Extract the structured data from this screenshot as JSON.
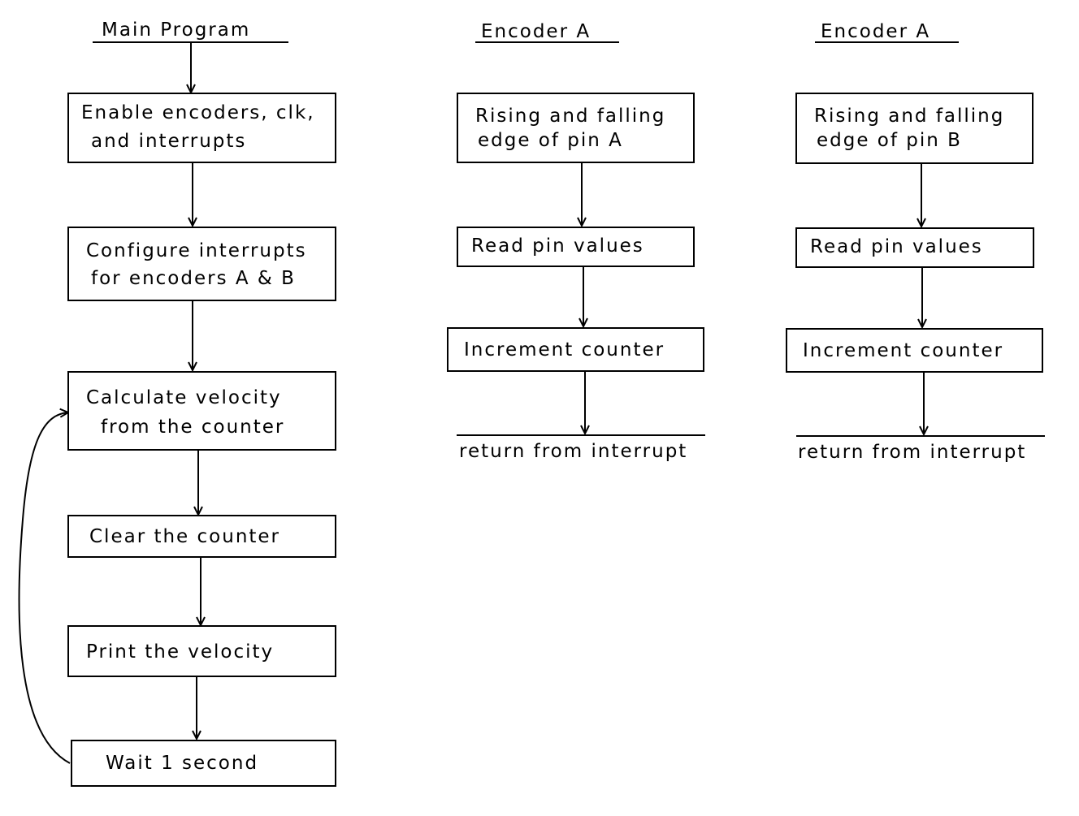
{
  "columns": {
    "main": {
      "title": "Main Program",
      "steps": [
        [
          "Enable encoders, clk,",
          "and interrupts"
        ],
        [
          "Configure interrupts",
          "for encoders A & B"
        ],
        [
          "Calculate velocity",
          "from the counter"
        ],
        [
          "Clear the counter"
        ],
        [
          "Print the velocity"
        ],
        [
          "Wait 1 second"
        ]
      ]
    },
    "encoder_a": {
      "title": "Encoder A",
      "steps": [
        [
          "Rising and falling",
          "edge of pin A"
        ],
        [
          "Read pin values"
        ],
        [
          "Increment counter"
        ]
      ],
      "end": "return from interrupt"
    },
    "encoder_b": {
      "title": "Encoder A",
      "steps": [
        [
          "Rising and falling",
          "edge of pin B"
        ],
        [
          "Read pin values"
        ],
        [
          "Increment counter"
        ]
      ],
      "end": "return from interrupt"
    }
  }
}
